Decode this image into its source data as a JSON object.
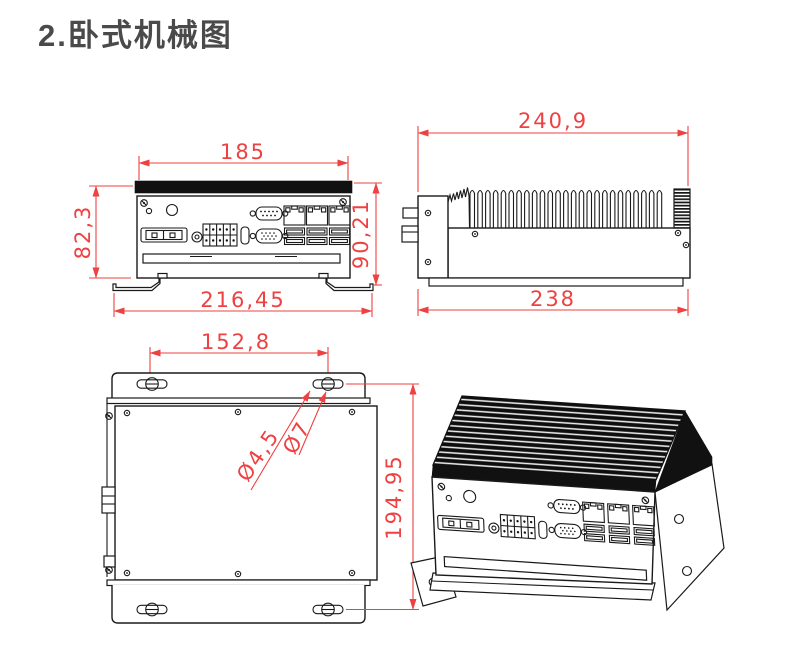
{
  "title": "2.卧式机械图",
  "colors": {
    "dimension_red": "#ed4142",
    "line_black": "#1a1a1a",
    "title_gray": "#4a4a4a"
  },
  "front_view": {
    "dim_width_top": "185",
    "dim_height_left": "82,3",
    "dim_height_right": "90,21",
    "dim_width_bottom": "216,45"
  },
  "side_view": {
    "dim_width_top": "240,9",
    "dim_width_bottom": "238"
  },
  "bottom_view": {
    "dim_hole_spacing": "152,8",
    "dim_small_hole": "Ø4,5",
    "dim_large_hole": "Ø7",
    "dim_height_right": "194,95"
  }
}
